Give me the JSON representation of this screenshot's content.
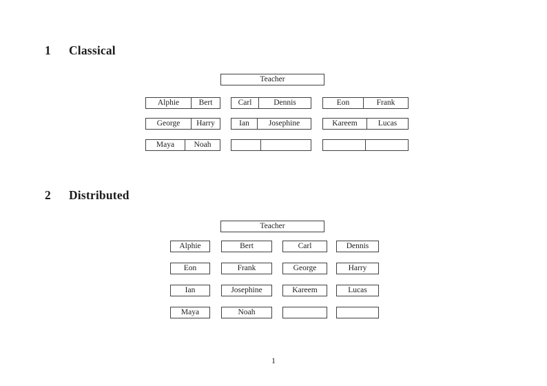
{
  "document": {
    "page_number": "1",
    "sections": [
      {
        "number": "1",
        "title": "Classical",
        "teacher_label": "Teacher",
        "desks": [
          {
            "left": "Alphie",
            "right": "Bert"
          },
          {
            "left": "Carl",
            "right": "Dennis"
          },
          {
            "left": "Eon",
            "right": "Frank"
          },
          {
            "left": "George",
            "right": "Harry"
          },
          {
            "left": "Ian",
            "right": "Josephine"
          },
          {
            "left": "Kareem",
            "right": "Lucas"
          },
          {
            "left": "Maya",
            "right": "Noah"
          },
          {
            "left": "",
            "right": ""
          },
          {
            "left": "",
            "right": ""
          }
        ]
      },
      {
        "number": "2",
        "title": "Distributed",
        "teacher_label": "Teacher",
        "seats": [
          "Alphie",
          "Bert",
          "Carl",
          "Dennis",
          "Eon",
          "Frank",
          "George",
          "Harry",
          "Ian",
          "Josephine",
          "Kareem",
          "Lucas",
          "Maya",
          "Noah",
          "",
          ""
        ]
      }
    ]
  }
}
